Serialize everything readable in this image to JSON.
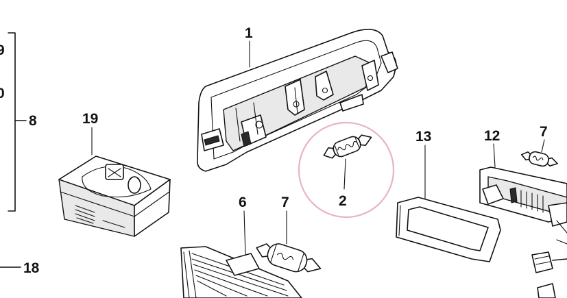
{
  "diagram": {
    "highlight_color": "#e7b2c9",
    "line_color": "#111111",
    "callouts": {
      "c_9": "9",
      "c_10": "0",
      "c_8": "8",
      "c_18": "18",
      "c_19": "19",
      "c_1": "1",
      "c_2": "2",
      "c_13": "13",
      "c_12": "12",
      "c_7a": "7",
      "c_6": "6",
      "c_7b": "7"
    },
    "parts": [
      {
        "label": "1",
        "icon": "interior-lamp-housing-icon"
      },
      {
        "label": "2",
        "icon": "festoon-bulb-icon"
      },
      {
        "label": "6",
        "icon": "lens-cover-icon"
      },
      {
        "label": "7",
        "icon": "festoon-bulb-icon"
      },
      {
        "label": "12",
        "icon": "lamp-housing-icon"
      },
      {
        "label": "13",
        "icon": "gasket-frame-icon"
      },
      {
        "label": "19",
        "icon": "bulb-box-icon"
      }
    ]
  }
}
